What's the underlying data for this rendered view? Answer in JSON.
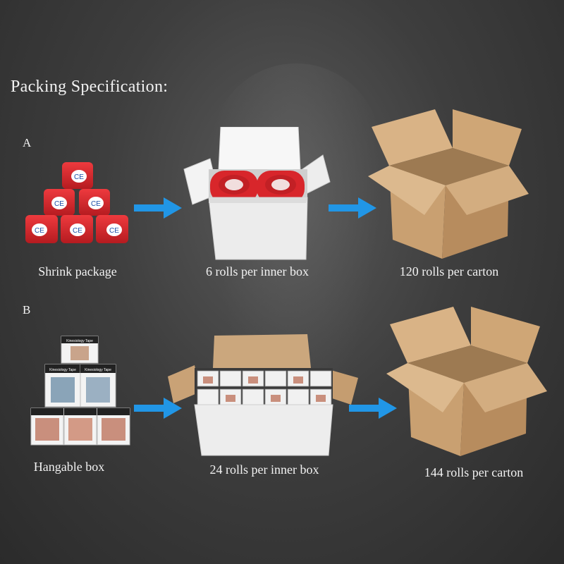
{
  "title": "Packing Specification:",
  "colors": {
    "background": "#3a3a3a",
    "arrow": "#2196e6",
    "tape_red": "#d8262b",
    "carton": "#c49a6c",
    "inner_box": "#e9e9e9"
  },
  "sections": [
    {
      "letter": "A",
      "steps": [
        {
          "caption": "Shrink package",
          "icon": "red-tape-rolls-stack"
        },
        {
          "caption": "6 rolls per inner box",
          "icon": "white-inner-box-with-rolls"
        },
        {
          "caption": "120 rolls per carton",
          "icon": "open-cardboard-carton"
        }
      ]
    },
    {
      "letter": "B",
      "steps": [
        {
          "caption": "Hangable box",
          "icon": "stacked-retail-boxes"
        },
        {
          "caption": "24 rolls per inner box",
          "icon": "white-inner-box-with-boxes"
        },
        {
          "caption": "144 rolls per carton",
          "icon": "open-cardboard-carton"
        }
      ]
    }
  ],
  "roll_mark": "CE",
  "product_label": "Kinesiology Tape"
}
